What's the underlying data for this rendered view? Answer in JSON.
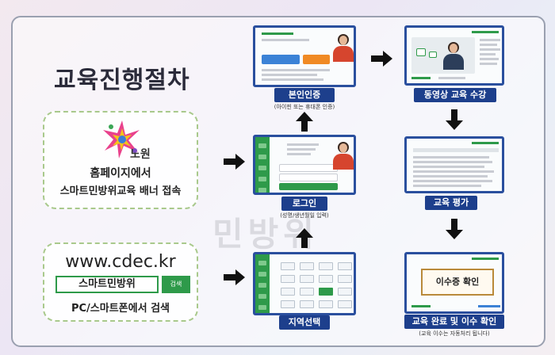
{
  "title": "교육진행절차",
  "watermark": "민방위",
  "left_boxes": {
    "homepage": {
      "logo_text": "노원",
      "line1": "홈페이지에서",
      "line2": "스마트민방위교육 배너 접속"
    },
    "search": {
      "url": "www.cdec.kr",
      "search_value": "스마트민방위",
      "search_button": "검색",
      "line": "PC/스마트폰에서 검색"
    }
  },
  "steps": {
    "region": {
      "label": "지역선택"
    },
    "login": {
      "label": "로그인",
      "sub": "(성명/생년월일 입력)"
    },
    "verify": {
      "label": "본인인증",
      "sub": "(아이핀 또는 휴대폰 인증)"
    },
    "video": {
      "label": "동영상 교육 수강"
    },
    "eval": {
      "label": "교육 평가"
    },
    "complete": {
      "label": "교육 완료 및 이수 확인",
      "sub": "(교육 이수는 자동처리 됩니다)",
      "cert_text": "이수증 확인"
    }
  },
  "colors": {
    "accent_blue": "#1d3f8c",
    "brand_green": "#2e9a4a",
    "dash_green": "#a9c98c"
  }
}
